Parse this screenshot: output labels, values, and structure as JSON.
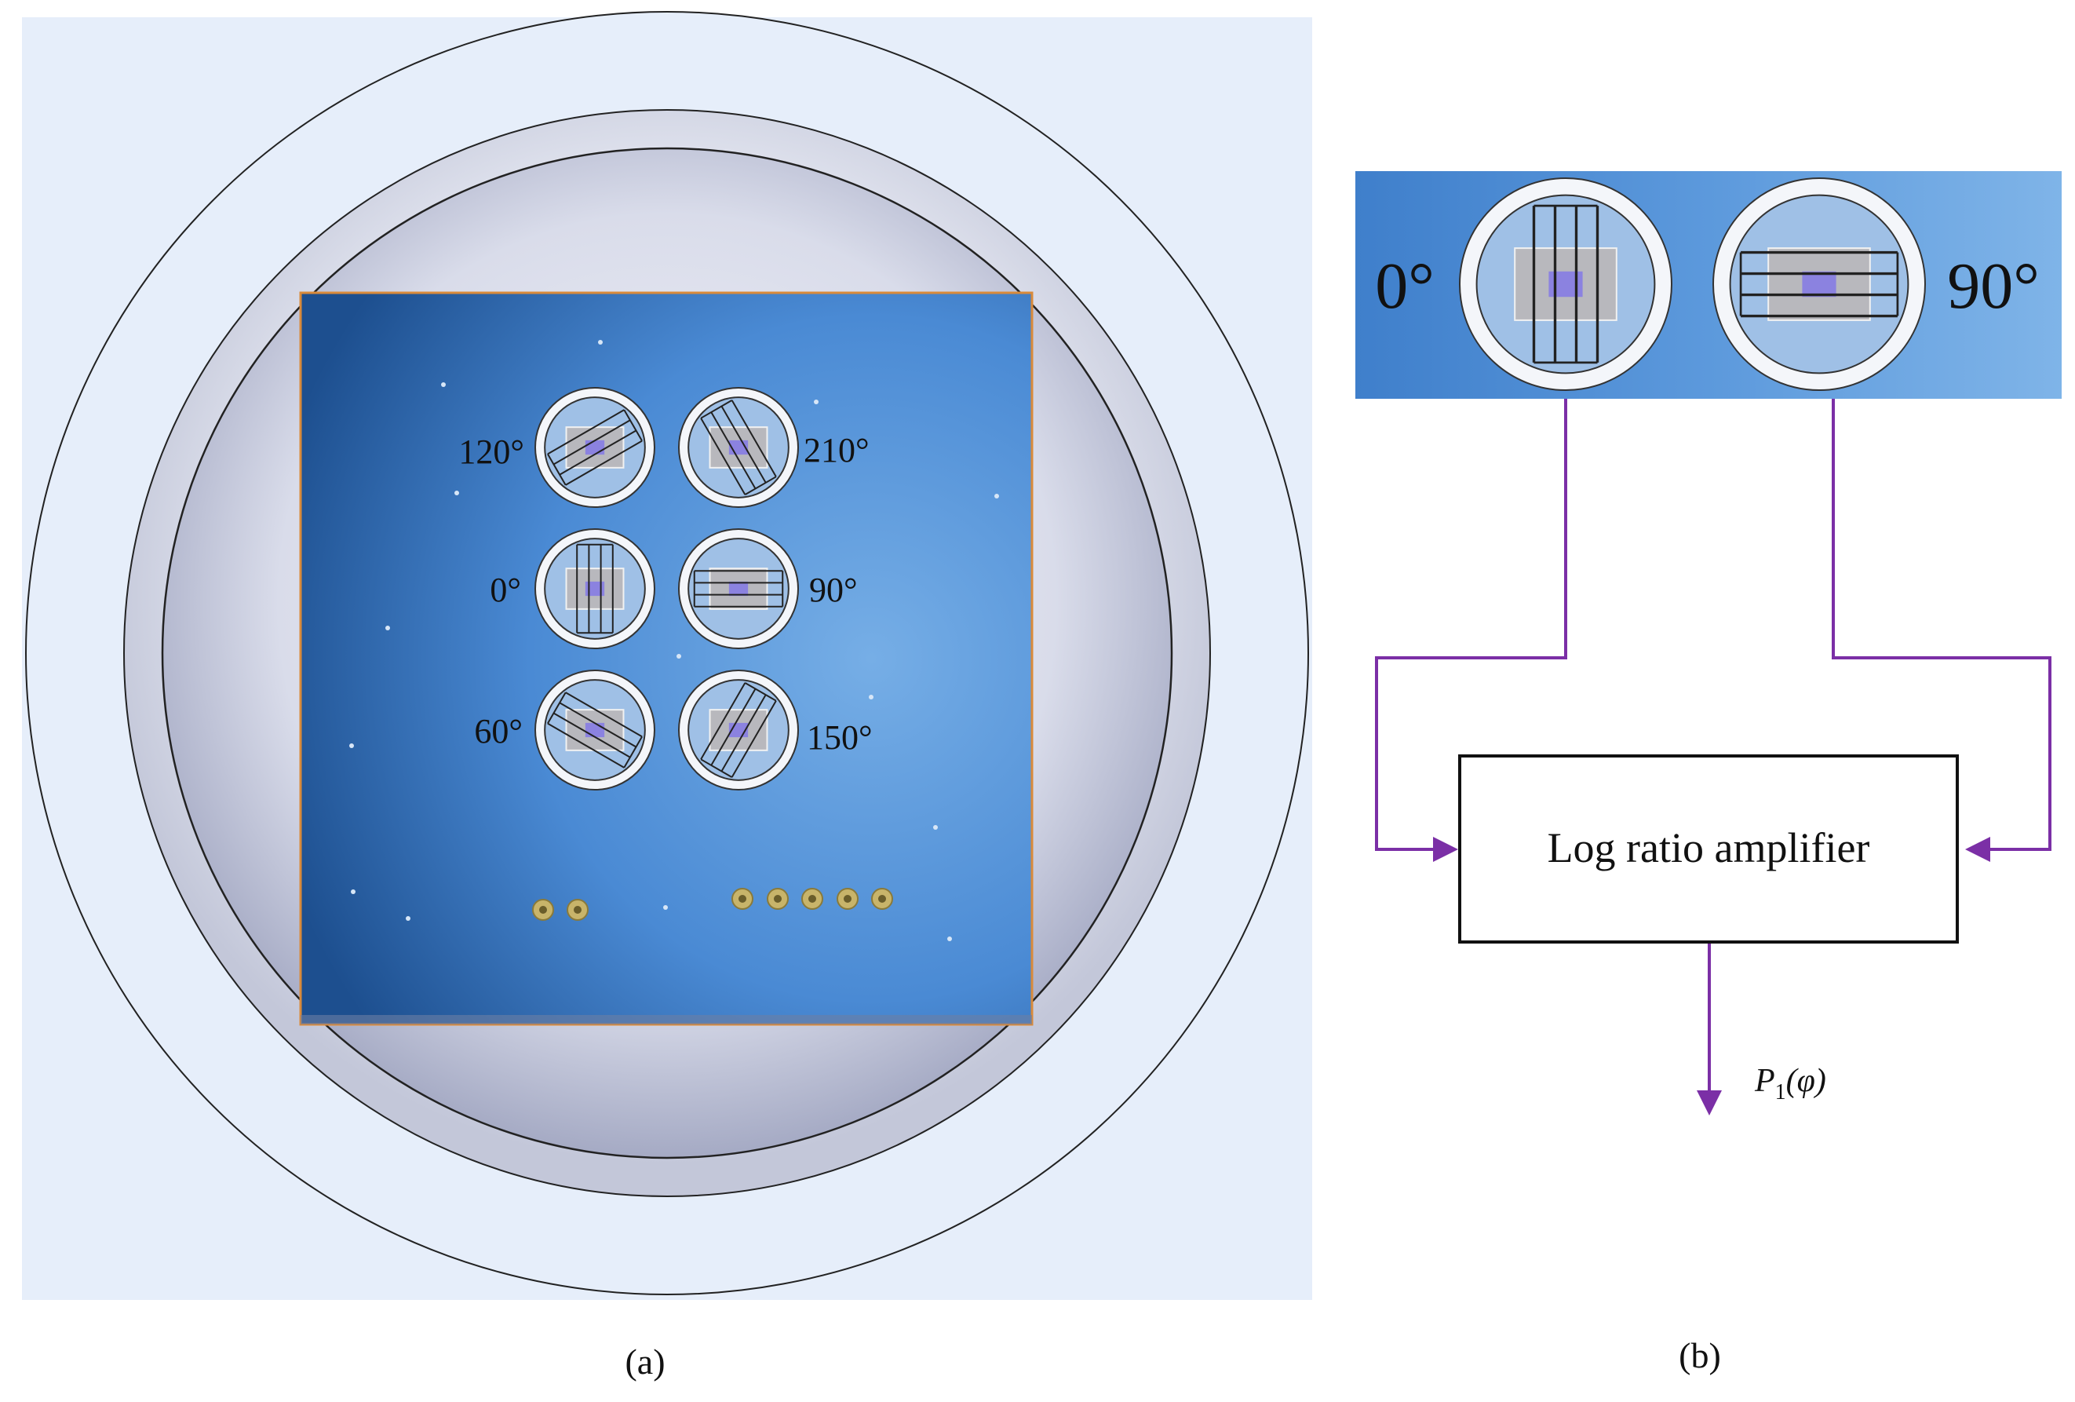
{
  "panel_a": {
    "caption": "(a)",
    "sensors": [
      {
        "id": "s120",
        "label": "120°",
        "angle": 120
      },
      {
        "id": "s210",
        "label": "210°",
        "angle": 210
      },
      {
        "id": "s0",
        "label": "0°",
        "angle": 0
      },
      {
        "id": "s90",
        "label": "90°",
        "angle": 90
      },
      {
        "id": "s60",
        "label": "60°",
        "angle": 60
      },
      {
        "id": "s150",
        "label": "150°",
        "angle": 150
      }
    ],
    "pads_left_count": 2,
    "pads_right_count": 5
  },
  "panel_b": {
    "caption": "(b)",
    "strip_labels": {
      "left": "0°",
      "right": "90°"
    },
    "amplifier_label": "Log ratio amplifier",
    "output": {
      "symbol": "P",
      "subscript": "1",
      "argument": "(φ)"
    }
  },
  "colors": {
    "background_panel": "#e6eefa",
    "board_blue": "#3f82cf",
    "board_border": "#d98a3a",
    "arrow_purple": "#7b2fa6",
    "pad_gold": "#c8b46a"
  }
}
